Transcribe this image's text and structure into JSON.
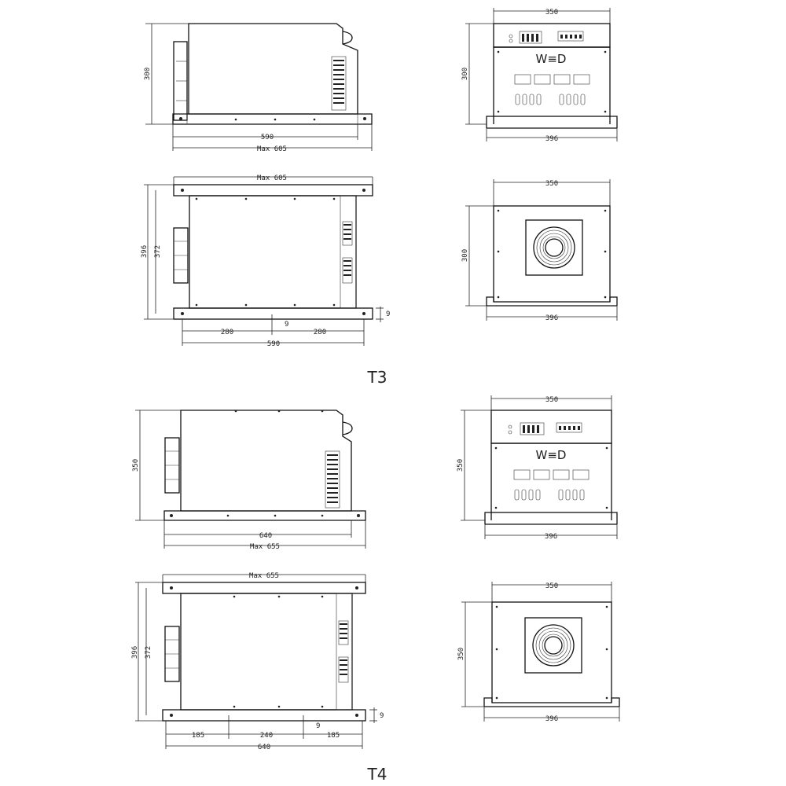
{
  "models": {
    "t3": {
      "label": "T3",
      "side_height": "300",
      "side_length": "590",
      "side_max": "Max 605",
      "top_max": "Max 605",
      "top_outer": "396",
      "top_inner": "372",
      "top_seg_left": "280",
      "top_seg_right": "280",
      "top_gap": "9",
      "top_total": "590",
      "top_edge": "9",
      "front_width": "350",
      "front_height": "300",
      "front_base": "396",
      "front_logo": "W≡D",
      "rear_width": "350",
      "rear_height": "300",
      "rear_base": "396"
    },
    "t4": {
      "label": "T4",
      "side_height": "350",
      "side_length": "640",
      "side_max": "Max 655",
      "top_max": "Max 655",
      "top_outer": "396",
      "top_inner": "372",
      "top_seg_left": "185",
      "top_seg_mid": "240",
      "top_seg_right": "185",
      "top_gap": "9",
      "top_total": "640",
      "top_edge": "9",
      "front_width": "350",
      "front_height": "350",
      "front_base": "396",
      "front_logo": "W≡D",
      "rear_width": "350",
      "rear_height": "350",
      "rear_base": "396"
    }
  }
}
